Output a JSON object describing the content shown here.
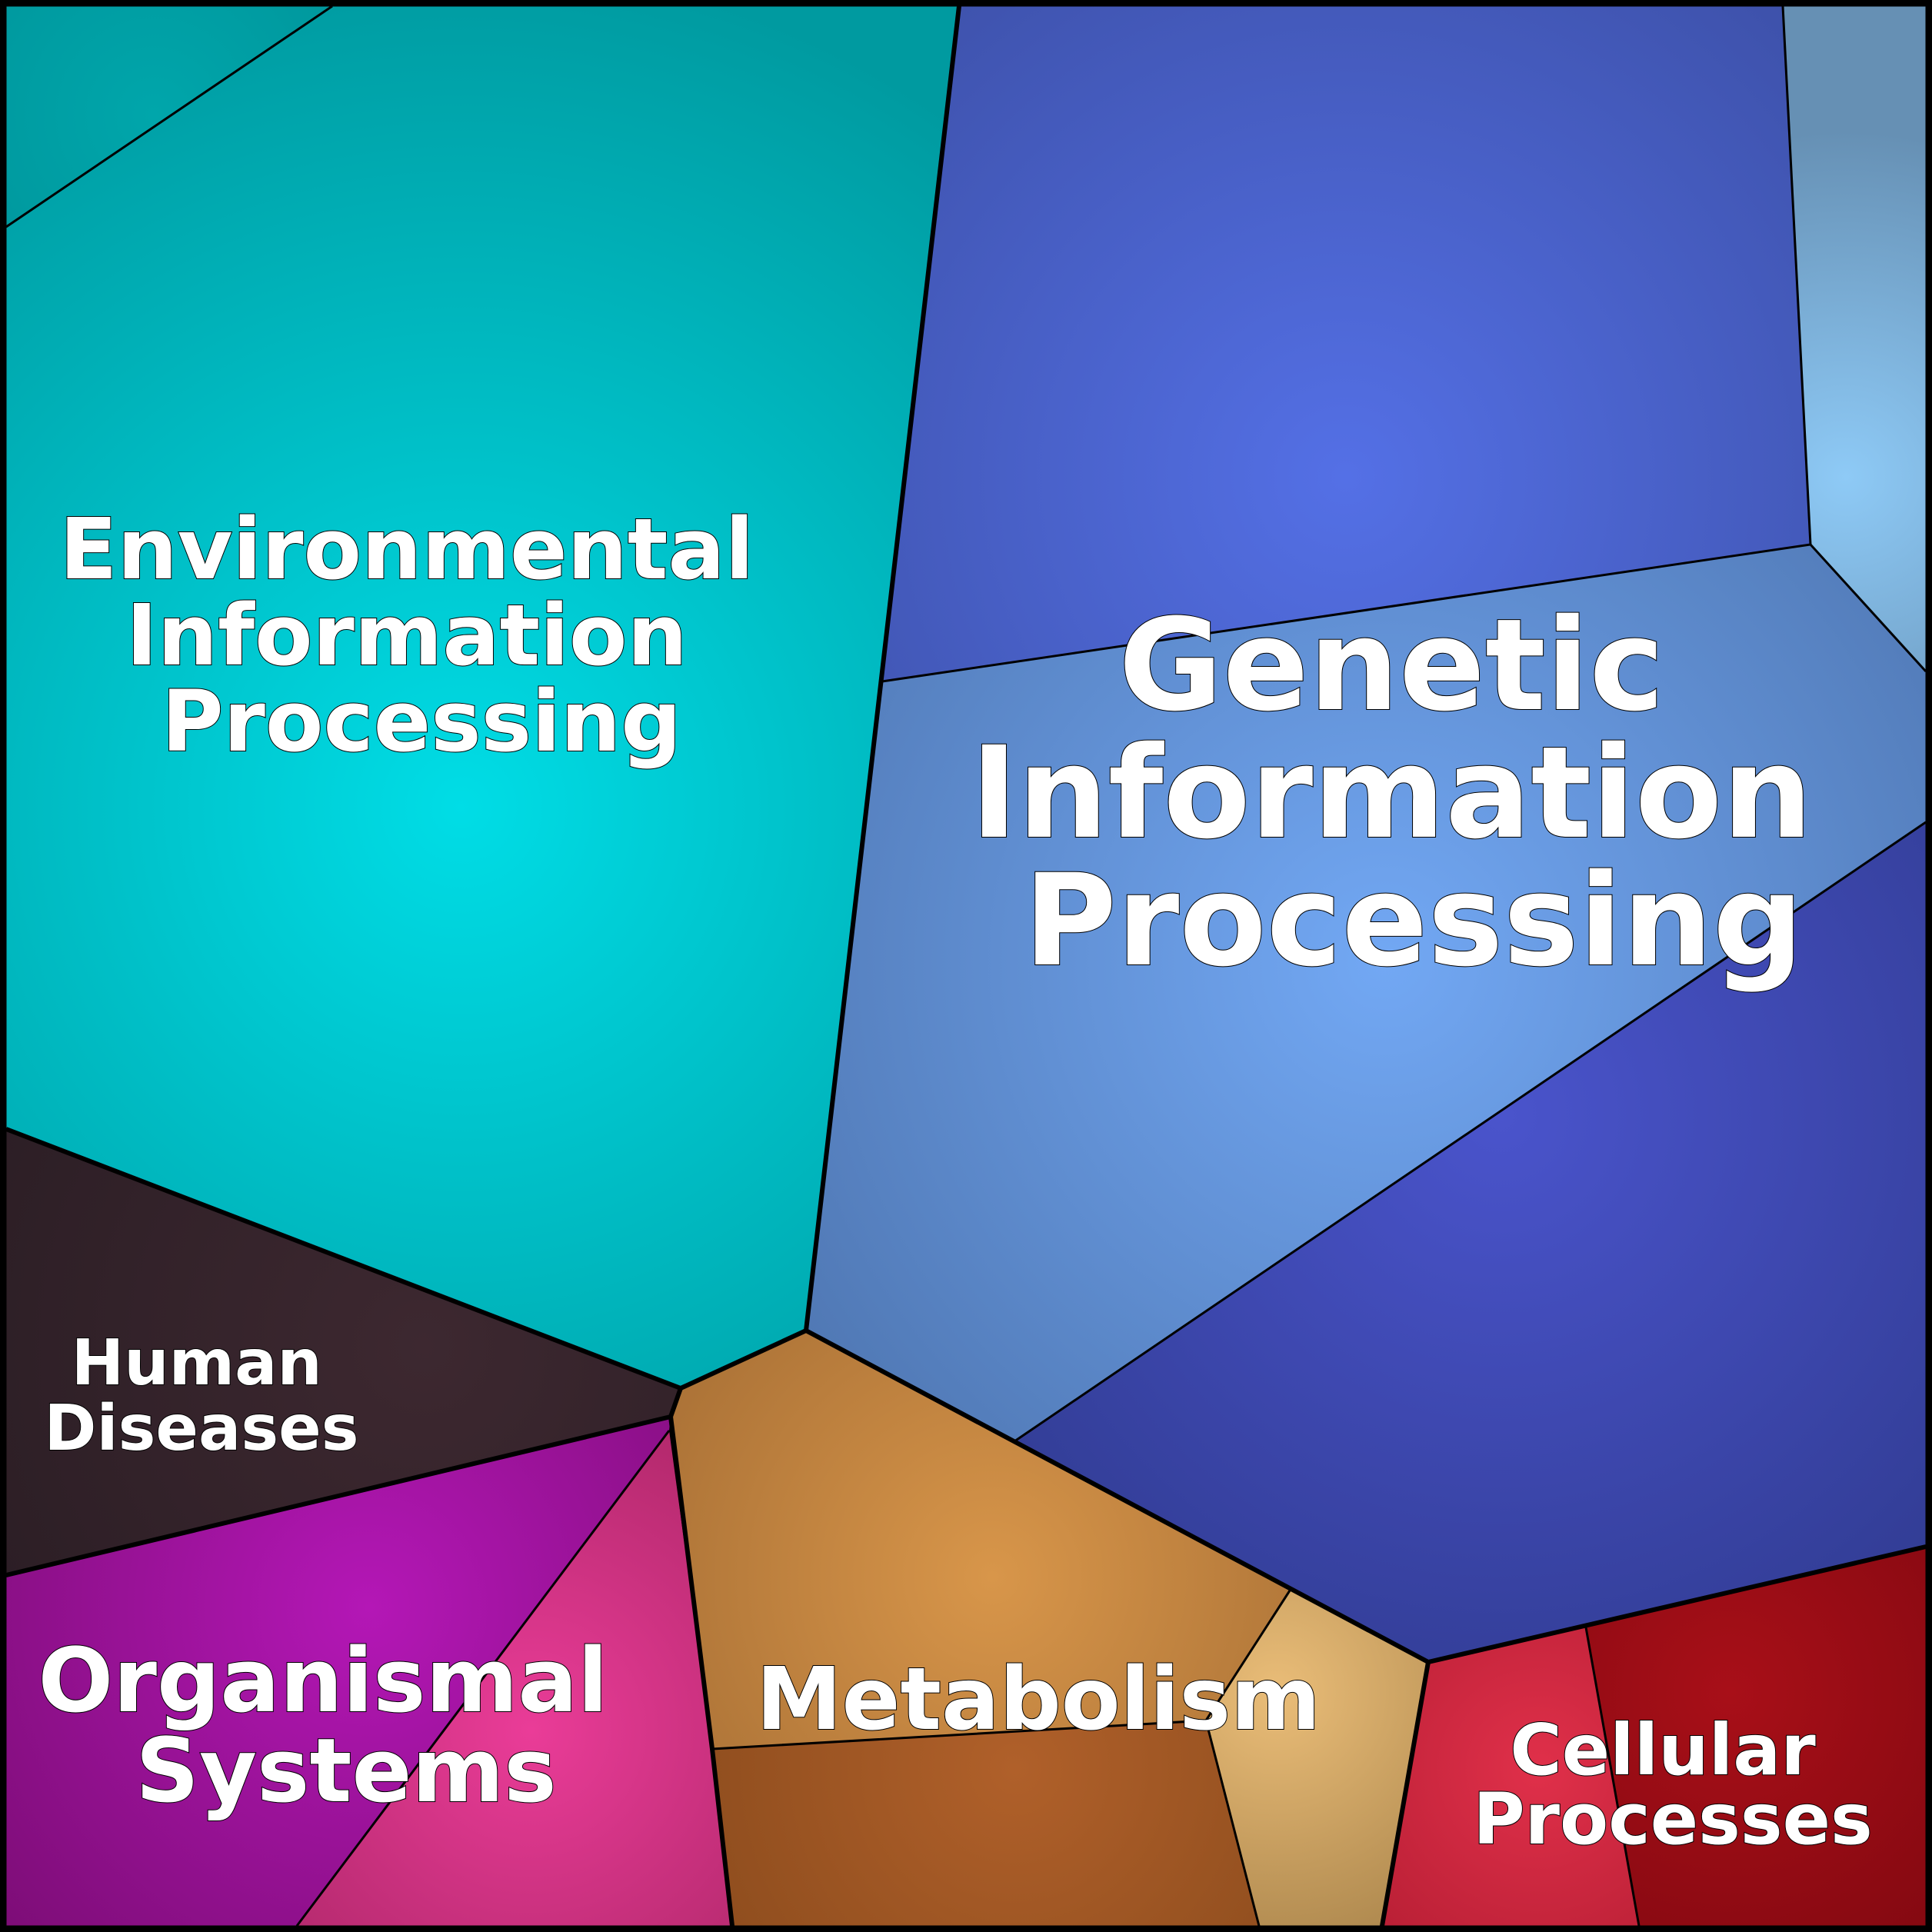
{
  "diagram": {
    "type": "voronoi-treemap",
    "categories": [
      {
        "id": "environmental",
        "lines": [
          "Environmental",
          "Information",
          "Processing"
        ],
        "color": "#00cfd9"
      },
      {
        "id": "genetic",
        "lines": [
          "Genetic",
          "Information",
          "Processing"
        ],
        "color": "#5a7ee0"
      },
      {
        "id": "human",
        "lines": [
          "Human",
          "Diseases"
        ],
        "color": "#3a252d"
      },
      {
        "id": "organismal",
        "lines": [
          "Organismal",
          "Systems"
        ],
        "color": "#b018b0"
      },
      {
        "id": "metabolism",
        "lines": [
          "Metabolism"
        ],
        "color": "#cf8f44"
      },
      {
        "id": "cellular",
        "lines": [
          "Cellular",
          "Processes"
        ],
        "color": "#c41a2e"
      }
    ]
  }
}
